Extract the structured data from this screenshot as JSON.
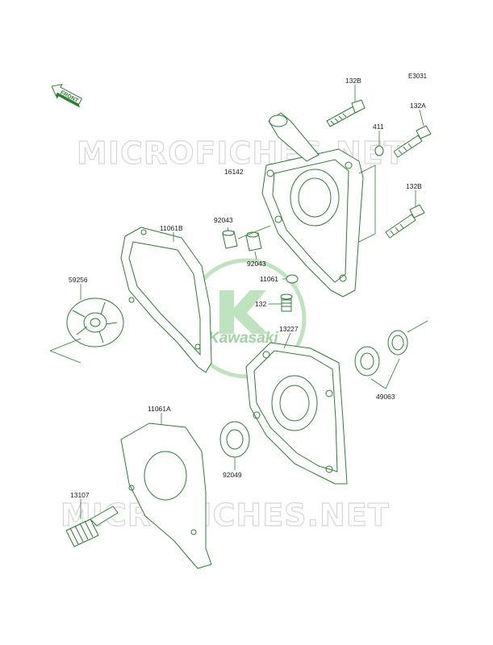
{
  "diagram": {
    "code": "E3031",
    "front_label": "FRONT",
    "watermark_text": "MICROFICHES.NET",
    "logo_text": "Kawasaki",
    "accent_color": "#2e7d32",
    "labels": [
      {
        "id": "132B_top",
        "text": "132B"
      },
      {
        "id": "132A",
        "text": "132A"
      },
      {
        "id": "411",
        "text": "411"
      },
      {
        "id": "16142",
        "text": "16142"
      },
      {
        "id": "132B_mid",
        "text": "132B"
      },
      {
        "id": "92043_a",
        "text": "92043"
      },
      {
        "id": "11061B",
        "text": "11061B"
      },
      {
        "id": "92043_b",
        "text": "92043"
      },
      {
        "id": "11061",
        "text": "11061"
      },
      {
        "id": "59256",
        "text": "59256"
      },
      {
        "id": "132",
        "text": "132"
      },
      {
        "id": "13227",
        "text": "13227"
      },
      {
        "id": "49063",
        "text": "49063"
      },
      {
        "id": "11061A",
        "text": "11061A"
      },
      {
        "id": "92049",
        "text": "92049"
      },
      {
        "id": "13107",
        "text": "13107"
      }
    ]
  }
}
